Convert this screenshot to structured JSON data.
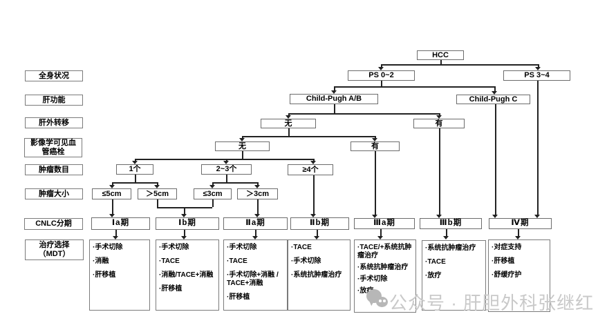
{
  "labels": {
    "general_status": "全身状况",
    "liver_function": "肝功能",
    "extrahepatic_metastasis": "肝外转移",
    "vascular_invasion": "影像学可见血管癌栓",
    "tumor_number": "肿瘤数目",
    "tumor_size": "肿瘤大小",
    "cnlc_stage": "CNLC分期",
    "treatment_line1": "治疗选择",
    "treatment_line2": "（MDT）"
  },
  "nodes": {
    "hcc": "HCC",
    "ps_0_2": "PS 0~2",
    "ps_3_4": "PS 3~4",
    "child_pugh_ab": "Child-Pugh A/B",
    "child_pugh_c": "Child-Pugh C",
    "metastasis_no": "无",
    "metastasis_yes": "有",
    "thrombus_no": "无",
    "thrombus_yes": "有",
    "num_1": "1个",
    "num_2_3": "2~3个",
    "num_ge4": "≥4个",
    "size_le5": "≤5cm",
    "size_gt5": "＞5cm",
    "size_le3": "≤3cm",
    "size_gt3": "＞3cm"
  },
  "stages": [
    "Ⅰa期",
    "Ⅰb期",
    "Ⅱa期",
    "Ⅱb期",
    "Ⅲa期",
    "Ⅲb期",
    "Ⅳ期"
  ],
  "treatments": [
    {
      "stage": "Ⅰa期",
      "items": [
        "·手术切除",
        "·消融",
        "·肝移植"
      ]
    },
    {
      "stage": "Ⅰb期",
      "items": [
        "·手术切除",
        "·TACE",
        "·消融/TACE+消融",
        "·肝移植"
      ]
    },
    {
      "stage": "Ⅱa期",
      "items": [
        "·手术切除",
        "·TACE",
        "·手术切除+消融 / TACE+消融",
        "·肝移植"
      ]
    },
    {
      "stage": "Ⅱb期",
      "items": [
        "·TACE",
        "·手术切除",
        "·系统抗肿瘤治疗"
      ]
    },
    {
      "stage": "Ⅲa期",
      "items": [
        "·TACE/+系统抗肿瘤治疗",
        "·系统抗肿瘤治疗",
        "·手术切除",
        "·放疗"
      ]
    },
    {
      "stage": "Ⅲb期",
      "items": [
        "·系统抗肿瘤治疗",
        "·TACE",
        "·放疗"
      ]
    },
    {
      "stage": "Ⅳ期",
      "items": [
        "·对症支持",
        "·肝移植",
        "·舒缓疗护"
      ]
    }
  ],
  "watermark": {
    "text": "公众号 · 肝胆外科张继红",
    "color": "#c9c9c9"
  },
  "colors": {
    "box_border": "#6b6b6b",
    "line": "#222222",
    "text": "#000000"
  }
}
